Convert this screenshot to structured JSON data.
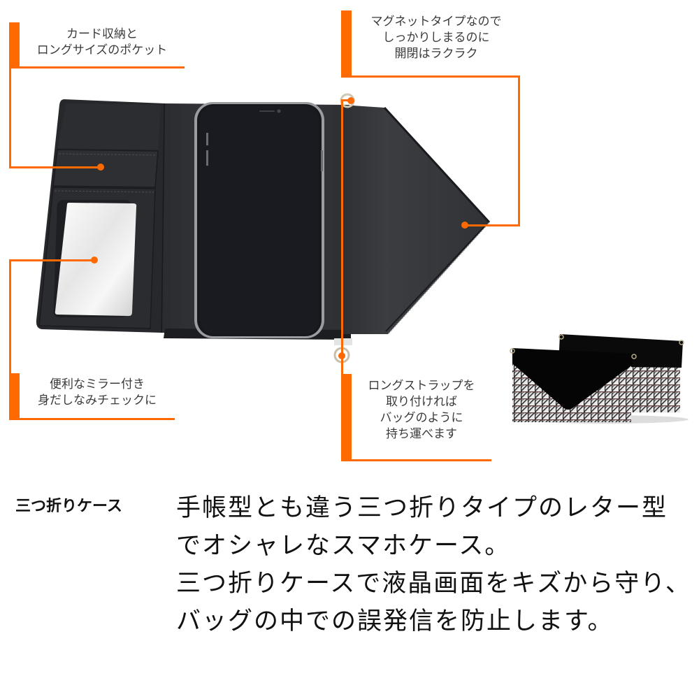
{
  "accent_color": "#ff6a00",
  "callouts": [
    {
      "id": "card-pocket",
      "lines": [
        "カード収納と",
        "ロングサイズのポケット"
      ]
    },
    {
      "id": "magnet",
      "lines": [
        "マグネットタイプなので",
        "しっかりしまるのに",
        "開閉はラクラク"
      ]
    },
    {
      "id": "mirror",
      "lines": [
        "便利なミラー付き",
        "身だしなみチェックに"
      ]
    },
    {
      "id": "strap",
      "lines": [
        "ロングストラップを",
        "取り付ければ",
        "バッグのように",
        "持ち運べます"
      ]
    }
  ],
  "description": {
    "label": "三つ折りケース",
    "lines": [
      "手帳型とも違う三つ折りタイプのレター型",
      "でオシャレなスマホケース。",
      "三つ折りケースで液晶画面をキズから守り、",
      "バッグの中での誤発信を防止します。"
    ]
  },
  "product_images": {
    "main": "open-trifold-case-with-phone",
    "inset": "closed-case-glen-check-pattern"
  }
}
